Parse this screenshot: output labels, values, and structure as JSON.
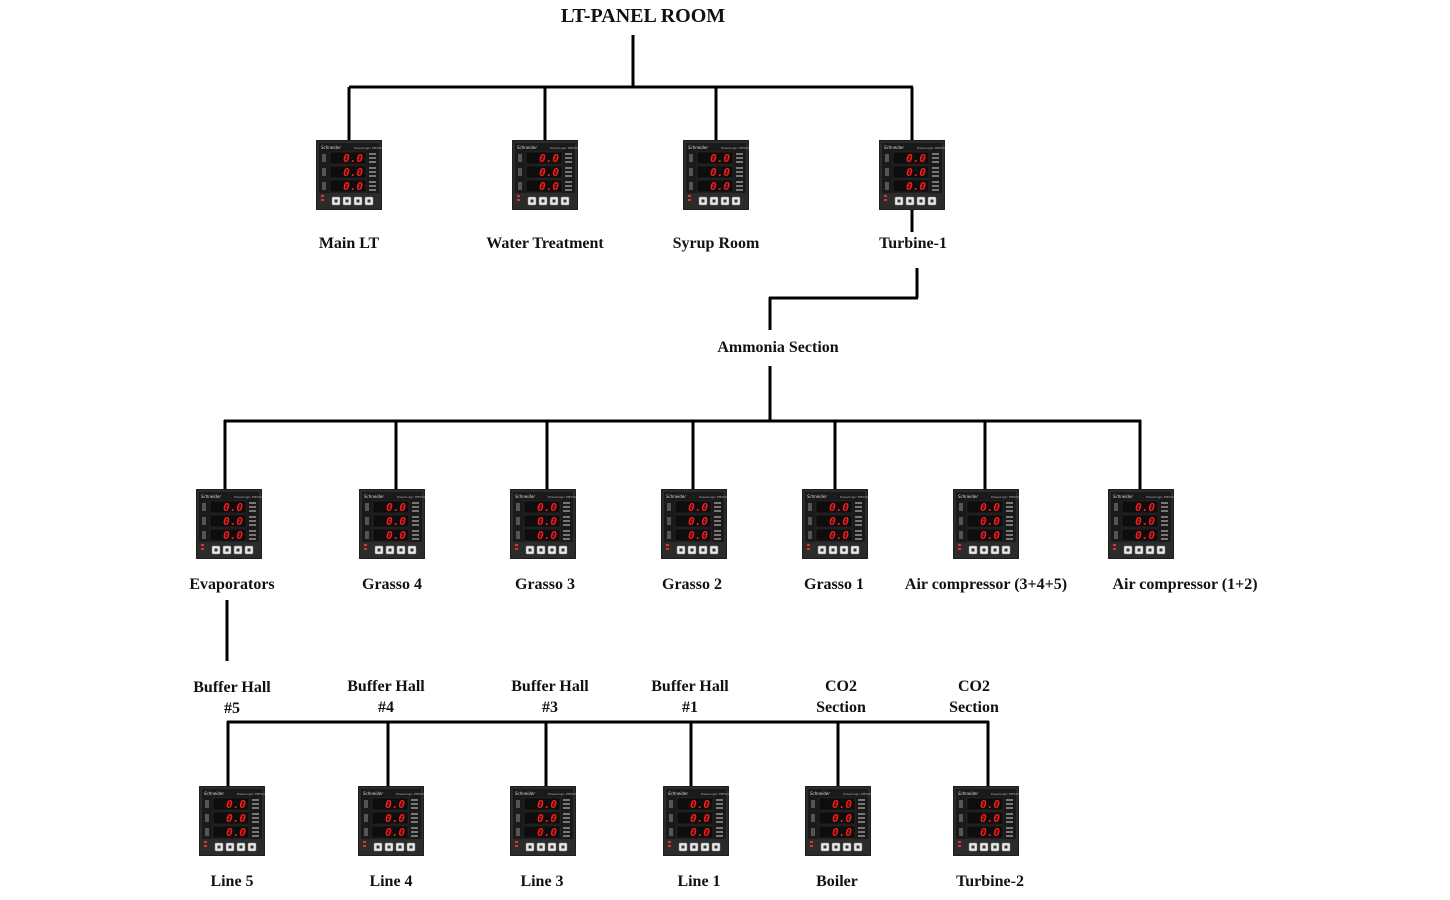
{
  "title": "LT-PANEL ROOM",
  "meter": {
    "reading": "0.0",
    "brand": "Schneider",
    "model": "PowerLogic PM5000"
  },
  "level1": [
    "Main LT",
    "Water Treatment",
    "Syrup Room",
    "Turbine-1"
  ],
  "hub": "Ammonia Section",
  "level2": [
    "Evaporators",
    "Grasso 4",
    "Grasso 3",
    "Grasso 2",
    "Grasso 1",
    "Air compressor (3+4+5)",
    "Air compressor (1+2)"
  ],
  "level3_headers": [
    [
      "Buffer Hall",
      "#5"
    ],
    [
      "Buffer Hall",
      "#4"
    ],
    [
      "Buffer Hall",
      "#3"
    ],
    [
      "Buffer Hall",
      "#1"
    ],
    [
      "CO2",
      "Section"
    ],
    [
      "CO2",
      "Section"
    ]
  ],
  "level3": [
    "Line 5",
    "Line 4",
    "Line 3",
    "Line 1",
    "Boiler",
    "Turbine-2"
  ],
  "colors": {
    "line": "#000000",
    "meter_body": "#2b2b2b",
    "digit": "#ff1a1a",
    "background": "#ffffff"
  }
}
